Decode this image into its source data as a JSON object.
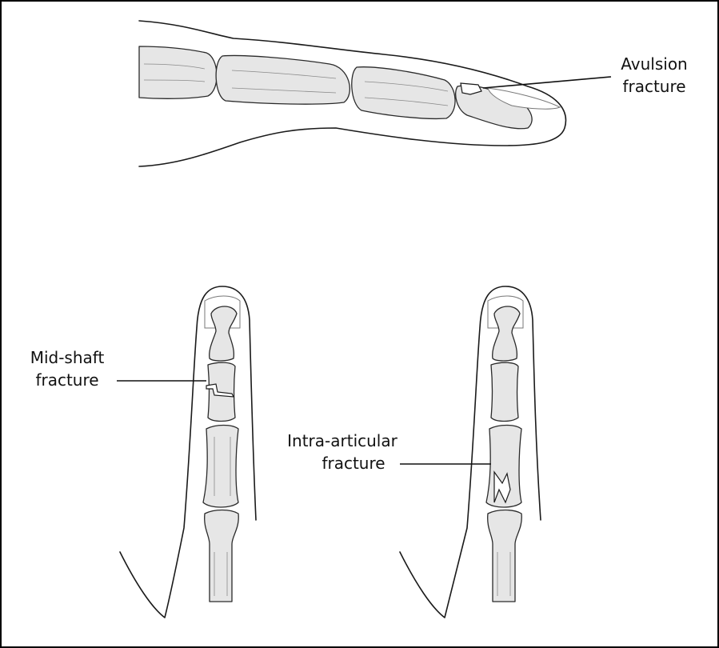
{
  "labels": {
    "avulsion_line1": "Avulsion",
    "avulsion_line2": "fracture",
    "midshaft_line1": "Mid-shaft",
    "midshaft_line2": "fracture",
    "intra_line1": "Intra-articular",
    "intra_line2": "fracture"
  },
  "colors": {
    "outline": "#1a1a1a",
    "bone_fill": "#e6e6e6",
    "background": "#ffffff"
  }
}
